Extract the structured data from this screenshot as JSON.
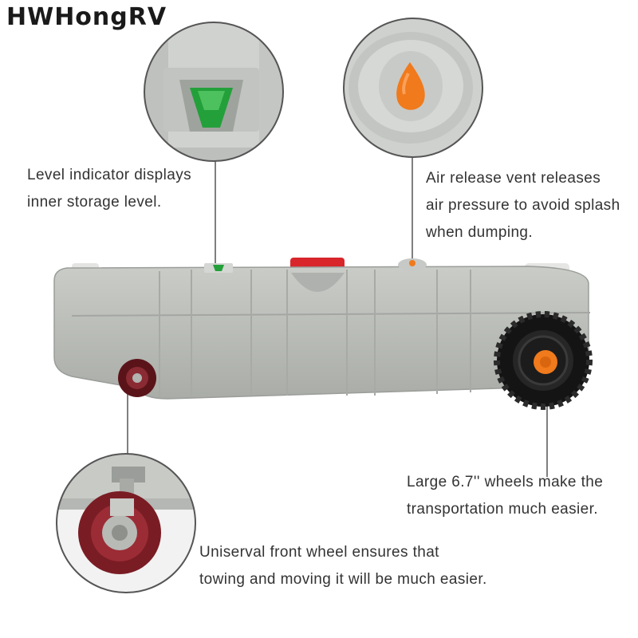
{
  "brand": "HWHongRV",
  "callouts": {
    "level": {
      "line1": "Level indicator displays",
      "line2": "inner storage level."
    },
    "air": {
      "line1": "Air release vent releases",
      "line2": "air pressure to avoid splash",
      "line3": "when dumping."
    },
    "large_wheel": {
      "line1": "Large  6.7'' wheels make the",
      "line2": "transportation much easier."
    },
    "front_wheel": {
      "line1": "Uniserval front wheel ensures that",
      "line2": "towing and moving it will be much easier."
    }
  },
  "colors": {
    "tank": "#b9bcb7",
    "indicator": "#23a03a",
    "vent": "#f07a1c",
    "cap_red": "#d8262a",
    "tire": "#141414",
    "caster": "#7a1c24"
  }
}
